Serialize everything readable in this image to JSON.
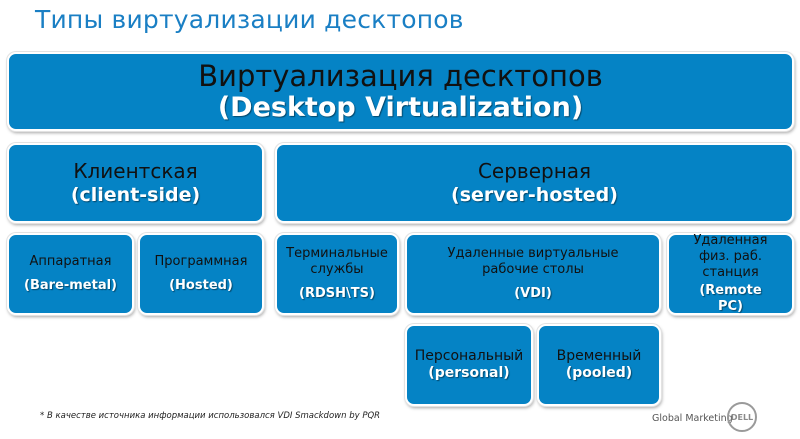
{
  "slide": {
    "title": "Типы виртуализации десктопов"
  },
  "diagram": {
    "root": {
      "ru": "Виртуализация десктопов",
      "en": "(Desktop Virtualization)"
    },
    "client": {
      "ru": "Клиентская",
      "en": "(client-side)"
    },
    "server": {
      "ru": "Серверная",
      "en": "(server-hosted)"
    },
    "bare_metal": {
      "ru": "Аппаратная",
      "en": "(Bare-metal)"
    },
    "hosted": {
      "ru": "Программная",
      "en": "(Hosted)"
    },
    "terminal": {
      "ru": "Терминальные службы",
      "en": "(RDSH\\TS)"
    },
    "vdi": {
      "ru": "Удаленные виртуальные рабочие столы",
      "en": "(VDI)"
    },
    "remote_pc": {
      "ru": "Удаленная физ. раб. станция",
      "en": "(Remote PC)"
    },
    "personal": {
      "ru": "Персональный",
      "en": "(personal)"
    },
    "pooled": {
      "ru": "Временный",
      "en": "(pooled)"
    }
  },
  "footer": {
    "footnote": "* В качестве источника информации использовался  VDI Smackdown by PQR",
    "brand": "Global Marketing",
    "logo": "DELL"
  },
  "colors": {
    "box_fill": "#0583c5",
    "title": "#1a7fc4"
  }
}
